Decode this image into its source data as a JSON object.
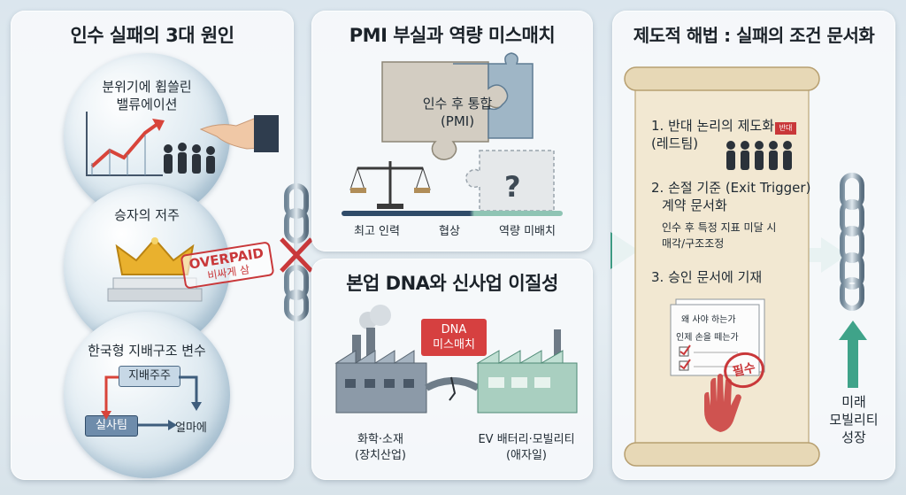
{
  "left": {
    "title": "인수 실패의 3대 원인",
    "bubble1": {
      "line1": "분위기에 휩쓸린",
      "line2": "밸류에이션"
    },
    "bubble2": {
      "label": "승자의 저주",
      "stamp1": "OVERPAID",
      "stamp2": "비싸게 삼"
    },
    "bubble3": {
      "label": "한국형 지배구조 변수",
      "box_top": "지배주주",
      "box_left": "실사팀",
      "box_right": "얼마에"
    }
  },
  "middle": {
    "top_title": "PMI 부실과 역량 미스매치",
    "puzzle_line1": "인수 후 통합",
    "puzzle_line2": "(PMI)",
    "question": "?",
    "bar_labels": [
      "최고 인력",
      "협상",
      "역량 미배치"
    ],
    "bottom_title": "본업 DNA와 신사업 이질성",
    "dna_line1": "DNA",
    "dna_line2": "미스매치",
    "factory_left_line1": "화학·소재",
    "factory_left_line2": "(장치산업)",
    "factory_right_line1": "EV 배터리·모빌리티",
    "factory_right_line2": "(애자일)"
  },
  "right": {
    "title": "제도적 해법 : 실패의 조건 문서화",
    "item1_line1": "1. 반대 논리의 제도화",
    "item1_line2": "(레드팀)",
    "item1_flag": "반대",
    "item2_line1": "2. 손절 기준 (Exit Trigger)",
    "item2_line2": "계약 문서화",
    "item2_sub1": "인수 후 특정 지표 미달 시",
    "item2_sub2": "매각/구조조정",
    "item3": "3. 승인 문서에 기재",
    "doc_line1": "왜 사야 하는가",
    "doc_line2": "인제 손을 떼는가",
    "stamp": "필수"
  },
  "far_right": {
    "line1": "미래",
    "line2": "모빌리티",
    "line3": "성장"
  },
  "colors": {
    "red": "#c9383a",
    "teal": "#4aa88f",
    "navy": "#2f4b68",
    "gold": "#e9b12e"
  }
}
